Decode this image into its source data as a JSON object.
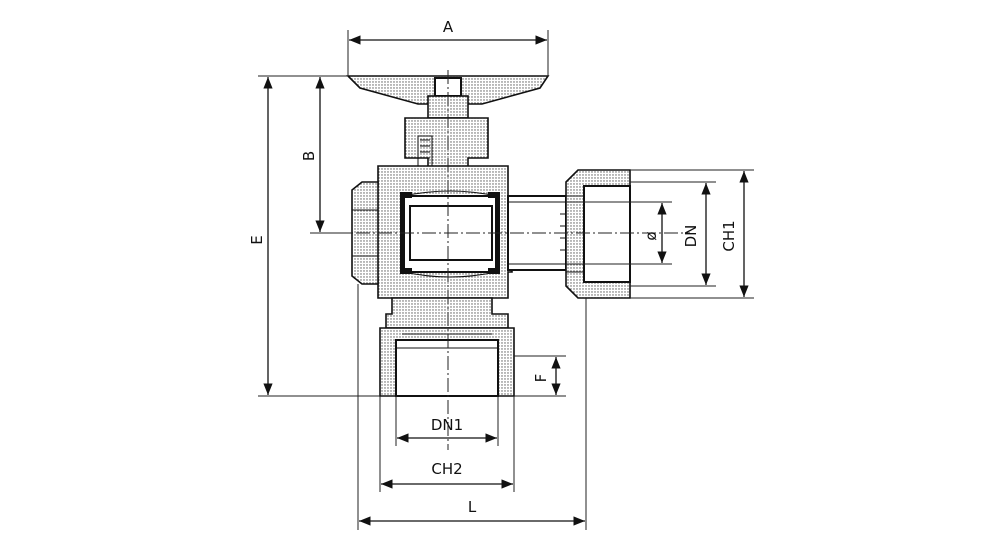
{
  "diagram": {
    "labels": {
      "A": "A",
      "B": "B",
      "E": "E",
      "F": "F",
      "L": "L",
      "DN": "DN",
      "DN1": "DN1",
      "CH1": "CH1",
      "CH2": "CH2",
      "phi": "ø"
    }
  }
}
